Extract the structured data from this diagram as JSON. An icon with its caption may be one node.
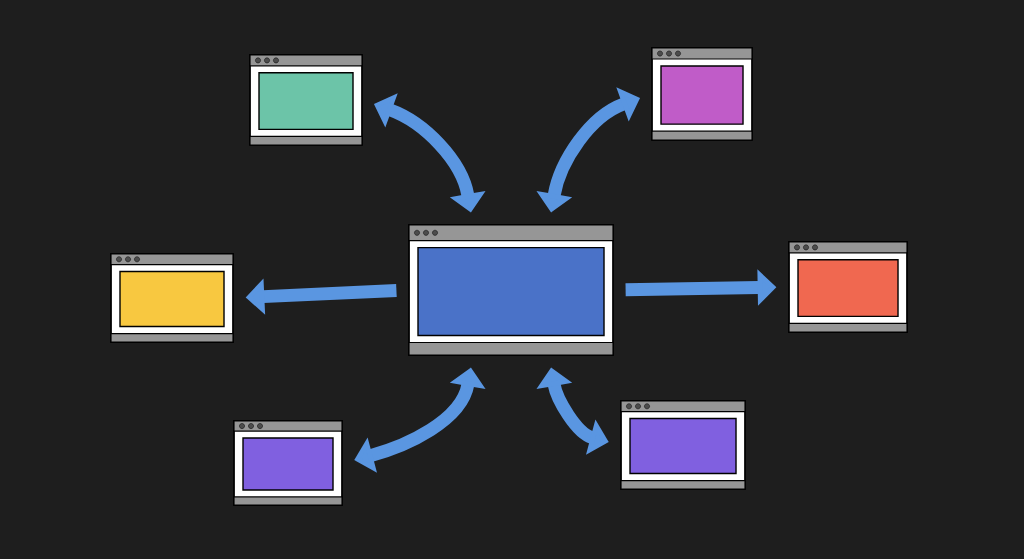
{
  "diagram": {
    "nodes": [
      {
        "text": [],
        "shape": "box"
      },
      {
        "text": [],
        "shape": "box"
      },
      {
        "text": [],
        "shape": "box"
      },
      {
        "text": [],
        "shape": "box"
      },
      {
        "text": [],
        "shape": "box"
      },
      {
        "text": [],
        "shape": "box"
      },
      {
        "text": [],
        "shape": "box"
      }
    ],
    "edges": [
      {
        "from": 0,
        "to": 3,
        "arrow": "to"
      },
      {
        "from": 0,
        "to": 4,
        "arrow": "to"
      },
      {
        "from": 1,
        "to": 0,
        "arrow": "both"
      },
      {
        "from": 2,
        "to": 0,
        "arrow": "both"
      },
      {
        "from": 5,
        "to": 0,
        "arrow": "both"
      },
      {
        "from": 6,
        "to": 0,
        "arrow": "both"
      }
    ]
  }
}
